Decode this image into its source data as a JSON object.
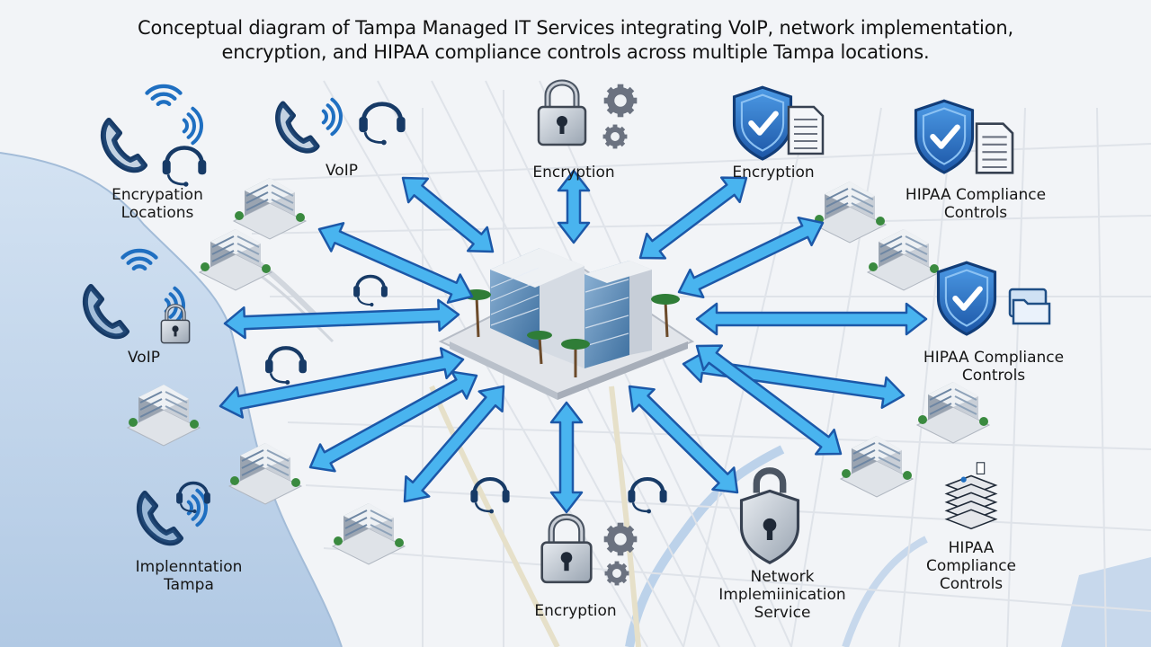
{
  "title": {
    "line1": "Conceptual diagram of Tampa Managed IT Services integrating VoIP, network implementation,",
    "line2": "encryption, and HIPAA compliance controls across multiple Tampa locations."
  },
  "labels": {
    "top_left": [
      "Encrypation",
      "Locations"
    ],
    "voip_top": [
      "VoIP"
    ],
    "encryption_top_center": [
      "Encryption"
    ],
    "encryption_top_right": [
      "Encryption"
    ],
    "hipaa_top_right": [
      "HIPAA Compliance",
      "Controls"
    ],
    "voip_left": [
      "VoIP"
    ],
    "hipaa_right": [
      "HIPAA Compliance",
      "Controls"
    ],
    "bottom_left": [
      "Implenntation",
      "Tampa"
    ],
    "encryption_bottom": [
      "Encryption"
    ],
    "network_bottom": [
      "Network",
      "Implemiinication",
      "Service"
    ],
    "hipaa_bottom_right": [
      "HIPAA",
      "Compliance",
      "Controls"
    ]
  },
  "colors": {
    "arrow_fill": "#49b4ef",
    "arrow_stroke": "#1c58a8",
    "icon_dark": "#173a66",
    "icon_blue": "#1f6fc1",
    "water": "#bcd2ea",
    "shield": "#2a78cf",
    "check": "#ffffff"
  },
  "icons": [
    "phone-icon",
    "wifi-waves-icon",
    "headset-icon",
    "padlock-icon",
    "gear-icon",
    "shield-check-icon",
    "document-icon",
    "office-building-icon",
    "server-stack-icon",
    "folder-icon"
  ]
}
